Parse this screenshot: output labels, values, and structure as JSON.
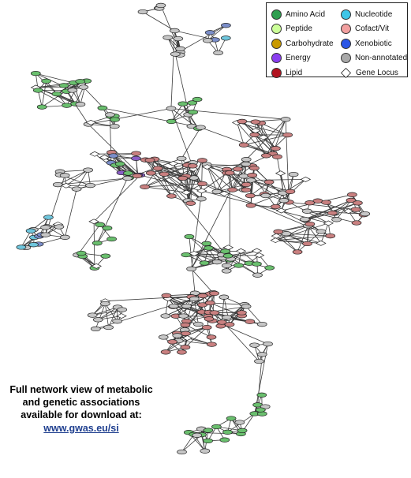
{
  "legend": {
    "items": [
      {
        "label": "Amino Acid",
        "color": "#2e9e4f",
        "icon": "filled-circle"
      },
      {
        "label": "Nucleotide",
        "color": "#3ec6e8",
        "icon": "filled-circle"
      },
      {
        "label": "Peptide",
        "color": "#ccff99",
        "icon": "filled-circle"
      },
      {
        "label": "Cofact/Vit",
        "color": "#f2a0a0",
        "icon": "filled-circle"
      },
      {
        "label": "Carbohydrate",
        "color": "#c99a00",
        "icon": "filled-circle"
      },
      {
        "label": "Xenobiotic",
        "color": "#2a55e6",
        "icon": "filled-circle"
      },
      {
        "label": "Energy",
        "color": "#8a3ef0",
        "icon": "filled-circle"
      },
      {
        "label": "Non-annotated",
        "color": "#a8a8a8",
        "icon": "filled-circle"
      },
      {
        "label": "Lipid",
        "color": "#b1121f",
        "icon": "filled-circle"
      },
      {
        "label": "Gene Locus",
        "color": "#ffffff",
        "icon": "diamond"
      }
    ]
  },
  "caption": {
    "line1": "Full network view of metabolic",
    "line2": "and genetic associations",
    "line3": "available for download at:",
    "link": "www.gwas.eu/si"
  },
  "colors": {
    "edge": "#3a3a3a",
    "lipid_node": "#c98080",
    "amino_node": "#6abf6e",
    "other_node": "#c6c6c6",
    "xeno_node": "#7b8ec9",
    "energy_node": "#8a5ec6",
    "nucleotide_node": "#6fc6dd"
  }
}
